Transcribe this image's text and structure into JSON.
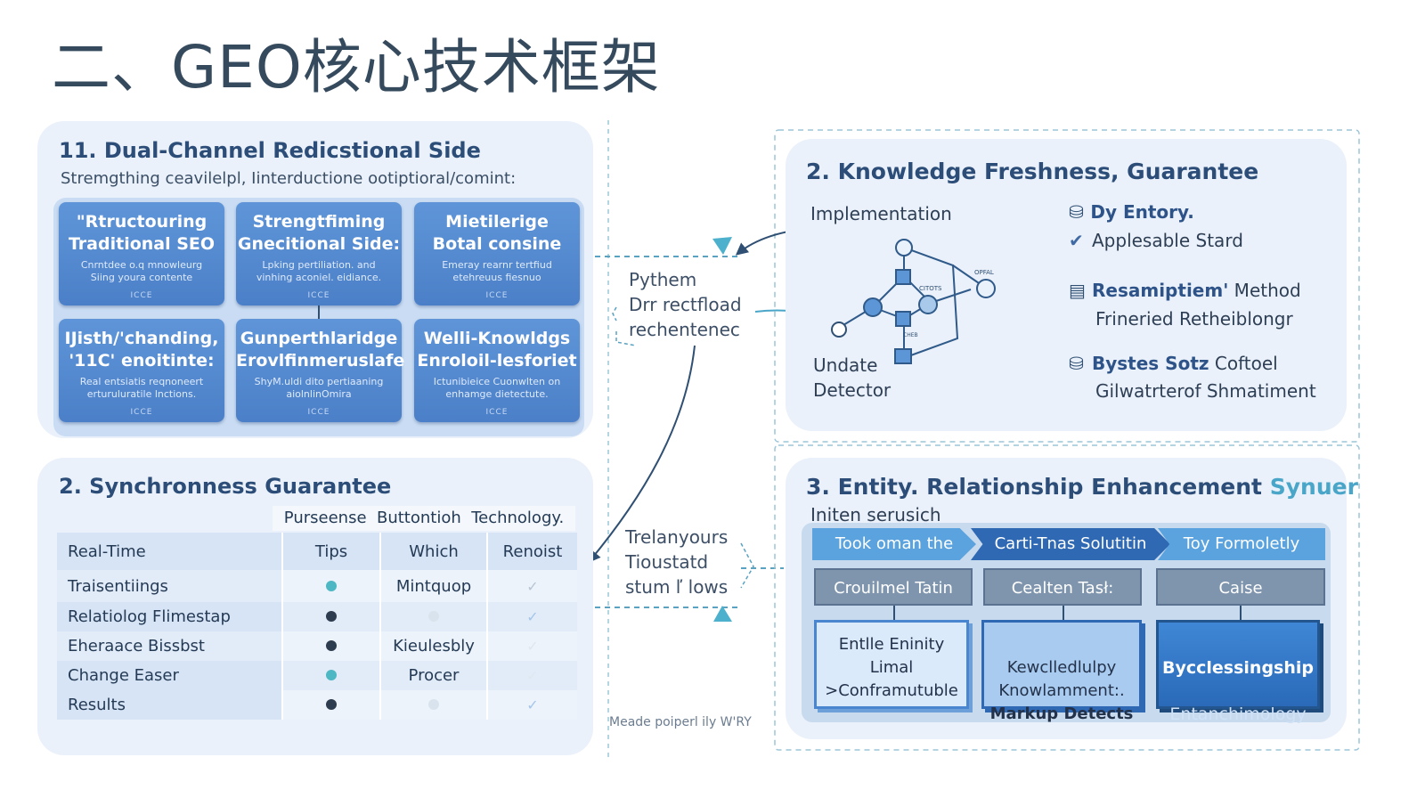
{
  "title": "二、GEO核心技术框架",
  "panel1": {
    "title": "11. Dual-Channel Redicstional Side",
    "subtitle": "Stremgthing ceavilelpl, Iinterductione ootiptioral/comint:",
    "cards": [
      {
        "title": "\"Rtructouring\nTraditional SEO",
        "body": "Cnrntdee o.q mnowleurg\nSiing youra contente",
        "foot": "ICCE"
      },
      {
        "title": "Strengtfiming\nGnecitional Side:",
        "body": "Lpking pertiliation. and\nvinhing aconiel. eidiance.",
        "foot": "ICCE"
      },
      {
        "title": "Mietilerige\nBotal consine",
        "body": "Emeray rearnr tertfiud\netehreuus fiesnuo",
        "foot": "ICCE"
      },
      {
        "title": "IJisth/'chanding,\n'11C' enoitinte:",
        "body": "Real entsiatis reqnoneert\nerturuluratile lnctions.",
        "foot": "ICCE"
      },
      {
        "title": "Gunperthlaridge\nErovlfinmeruslafe",
        "body": "ShyM.uldi dito pertiaaning\naiolnlinOmira",
        "foot": "ICCE"
      },
      {
        "title": "Welli-Knowldgs\nEnroloil-lesforiet",
        "body": "Ictunibieice Cuonwlten on\nenhamge dietectute.",
        "foot": "ICCE"
      }
    ]
  },
  "panel2": {
    "title": "2. Knowledge Freshness, Guarantee",
    "implementation": "Implementation",
    "detector": "Undate\nDetector",
    "node_labels": [
      "CITOTS",
      "OPFAL",
      "CHEB"
    ],
    "items": [
      {
        "icon": "database-icon",
        "bold": "Dy Entory.",
        "rest": ""
      },
      {
        "icon": "check-icon",
        "bold": "",
        "rest": "Applesable Stard"
      },
      {
        "icon": "document-icon",
        "bold": "Resamiptiem'",
        "rest": " Method"
      },
      {
        "icon": "",
        "bold": "",
        "rest": "Frineried Retheiblongr"
      },
      {
        "icon": "database-icon",
        "bold": "Bystes Sotz",
        "rest": " Coftoel"
      },
      {
        "icon": "",
        "bold": "",
        "rest": "Gilwatrterof Shmatiment"
      }
    ]
  },
  "panel3": {
    "title": "2. Synchronness Guarantee",
    "header": "Purseense  Buttontioh  Technology.",
    "columns": [
      "Real-Time",
      "Tips",
      "Which",
      "Renoist"
    ],
    "rows": [
      {
        "label": "Traisentiings",
        "tips": "teal",
        "which": "Mintquop",
        "check": "gray"
      },
      {
        "label": "Relatiolog Flimestap",
        "tips": "dark",
        "which": "",
        "check": "blue"
      },
      {
        "label": "Eheraace Bissbst",
        "tips": "dark",
        "which": "Kieulesbly",
        "check": "faint"
      },
      {
        "label": "Change Easer",
        "tips": "teal",
        "which": "Procer",
        "check": "faint"
      },
      {
        "label": "Results",
        "tips": "dark",
        "which": "",
        "check": "blue"
      }
    ]
  },
  "panel4": {
    "title_main": "3. Entity. Relationship Enhancement",
    "title_tail": "Synuer",
    "subtitle": "Initen serusich",
    "chevrons": [
      "Took oman the",
      "Carti-Tnas Solutitin",
      "Toy Formoletly"
    ],
    "gray_boxes": [
      "Crouilmel Tatin",
      "Cealten Tasł:",
      "Caise"
    ],
    "blue_boxes": [
      {
        "text": "Entlle Eninity\nLimal\n>Conframutuble",
        "bold": ""
      },
      {
        "text": "Kewclledlulpy\nKnowlamment:.",
        "bold": "Markup Detects"
      },
      {
        "text": "",
        "bold": "Bycclessingship",
        "light": "Entanchimology"
      }
    ]
  },
  "center": {
    "top_label": "Pythem\nDrr rectfload\nrechentenec",
    "bottom_label": "Trelanyours\nTioustatd\nstum ľ lows",
    "credit": "Meade poiperl ily W'RY"
  },
  "colors": {
    "title": "#364a5e",
    "panel_bg": "#eaf1fa",
    "accent": "#2c4d78",
    "card_blue": "#5489cf",
    "teal": "#4db7c3"
  }
}
